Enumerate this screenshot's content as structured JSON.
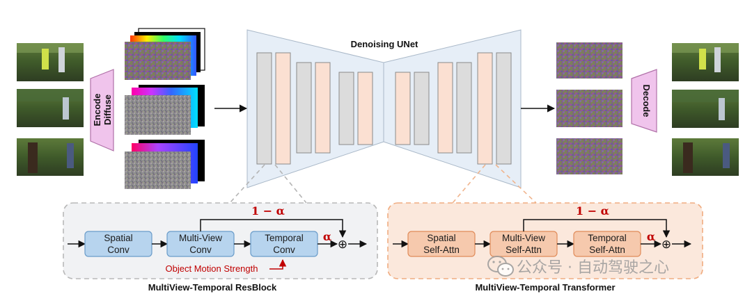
{
  "unet": {
    "title": "Denoising UNet",
    "left_channels": [
      "gray",
      "peach",
      "gray",
      "peach",
      "gray",
      "peach"
    ],
    "right_channels": [
      "peach",
      "gray",
      "peach",
      "gray",
      "peach",
      "gray"
    ]
  },
  "encoder": {
    "line1": "Encode",
    "line2": "Diffuse"
  },
  "decoder": {
    "label": "Decode"
  },
  "resblock": {
    "caption": "MultiView-Temporal ResBlock",
    "blocks": [
      {
        "line1": "Spatial",
        "line2": "Conv"
      },
      {
        "line1": "Multi-View",
        "line2": "Conv"
      },
      {
        "line1": "Temporal",
        "line2": "Conv"
      }
    ],
    "skip_label": "1 − α",
    "alpha_label": "α",
    "plus": "⊕",
    "motion_label": "Object Motion Strength"
  },
  "transformer": {
    "caption": "MultiView-Temporal Transformer",
    "blocks": [
      {
        "line1": "Spatial",
        "line2": "Self-Attn"
      },
      {
        "line1": "Multi-View",
        "line2": "Self-Attn"
      },
      {
        "line1": "Temporal",
        "line2": "Self-Attn"
      }
    ],
    "skip_label": "1 − α",
    "alpha_label": "α",
    "plus": "⊕"
  },
  "watermark": {
    "text": "公众号 · 自动驾驶之心"
  },
  "colors": {
    "block_blue_fill": "#b7d4ee",
    "block_blue_stroke": "#6a9cc9",
    "block_orange_fill": "#f6c9ad",
    "block_orange_stroke": "#e08c5a",
    "unet_fill": "#e6eef7",
    "unet_gray": "#dcdcdc",
    "unet_peach": "#fbe0d2",
    "encoder_fill": "#f0c4ec",
    "skip_red": "#c00000"
  },
  "icons": [
    "input-frame-icons",
    "noise-latent-icons",
    "raymap-icons",
    "wechat-icon"
  ]
}
